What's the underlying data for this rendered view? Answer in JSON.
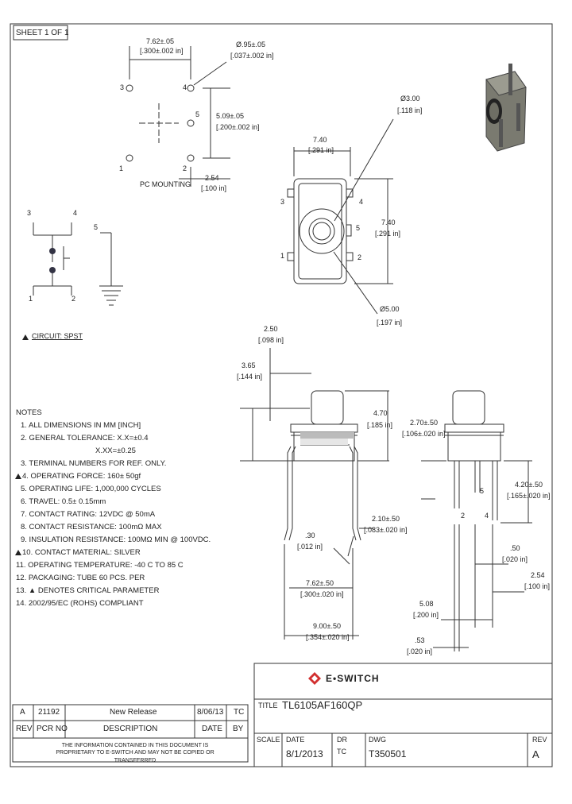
{
  "sheet_label": "SHEET 1 OF 1",
  "pc_mounting": {
    "label": "PC MOUNTING",
    "dim_pitch_h": "7.62±.05",
    "dim_pitch_h_in": "[.300±.002 in]",
    "dim_hole": "Ø.95±.05",
    "dim_hole_in": "[.037±.002 in]",
    "dim_v": "5.09±.05",
    "dim_v_in": "[.200±.002 in]",
    "dim_small": "2.54",
    "dim_small_in": "[.100 in]",
    "pins": [
      "1",
      "2",
      "3",
      "4",
      "5"
    ]
  },
  "top_view": {
    "dim_dia_plunger": "Ø3.00",
    "dim_dia_plunger_in": "[.118 in]",
    "dim_width": "7.40",
    "dim_width_in": "[.291 in]",
    "dim_height": "7.40",
    "dim_height_in": "[.291 in]",
    "dim_dia_body": "Ø5.00",
    "dim_dia_body_in": "[.197 in]",
    "pins": [
      "1",
      "2",
      "3",
      "4",
      "5"
    ]
  },
  "circuit": {
    "label": "CIRCUIT: SPST",
    "pins": [
      "1",
      "2",
      "3",
      "4",
      "5"
    ]
  },
  "side_view": {
    "dim_2_50": "2.50",
    "dim_2_50_in": "[.098 in]",
    "dim_3_65": "3.65",
    "dim_3_65_in": "[.144 in]",
    "dim_4_70": "4.70",
    "dim_4_70_in": "[.185 in]",
    "dim_2_10": "2.10±.50",
    "dim_2_10_in": "[.083±.020 in]",
    "dim_30": ".30",
    "dim_30_in": "[.012 in]",
    "dim_7_62": "7.62±.50",
    "dim_7_62_in": "[.300±.020 in]",
    "dim_9_00": "9.00±.50",
    "dim_9_00_in": "[.354±.020 in]"
  },
  "end_view": {
    "dim_2_70": "2.70±.50",
    "dim_2_70_in": "[.106±.020 in]",
    "dim_4_20": "4.20±.50",
    "dim_4_20_in": "[.165±.020 in]",
    "dim_50": ".50",
    "dim_50_in": "[.020 in]",
    "dim_2_54": "2.54",
    "dim_2_54_in": "[.100 in]",
    "dim_5_08": "5.08",
    "dim_5_08_in": "[.200 in]",
    "dim_53": ".53",
    "dim_53_in": "[.020 in]",
    "pins": [
      "2",
      "4",
      "5"
    ]
  },
  "notes": {
    "heading": "NOTES",
    "items": [
      "1. ALL DIMENSIONS IN MM [INCH]",
      "2. GENERAL TOLERANCE: X.X=±0.4",
      "X.XX=±0.25",
      "3. TERMINAL NUMBERS FOR REF. ONLY.",
      "4. OPERATING FORCE: 160± 50gf",
      "5. OPERATING LIFE: 1,000,000 CYCLES",
      "6. TRAVEL: 0.5± 0.15mm",
      "7. CONTACT RATING: 12VDC @ 50mA",
      "8. CONTACT RESISTANCE: 100mΩ MAX",
      "9. INSULATION RESISTANCE: 100MΩ MIN @ 100VDC.",
      "10. CONTACT MATERIAL: SILVER",
      "11. OPERATING TEMPERATURE: -40 C TO 85 C",
      "12. PACKAGING: TUBE 60 PCS. PER",
      "13. ▲ DENOTES CRITICAL PARAMETER",
      "14. 2002/95/EC (ROHS) COMPLIANT"
    ]
  },
  "logo_text": "E•SWITCH",
  "title_block": {
    "title_label": "TITLE",
    "title": "TL6105AF160QP",
    "scale_label": "SCALE",
    "date_label": "DATE",
    "date": "8/1/2013",
    "dr_label": "DR",
    "dr": "TC",
    "dwg_label": "DWG",
    "dwg": "T350501",
    "rev_label": "REV",
    "rev": "A"
  },
  "revision_table": {
    "headers": [
      "REV",
      "PCR NO",
      "DESCRIPTION",
      "DATE",
      "BY"
    ],
    "rows": [
      [
        "A",
        "21192",
        "New Release",
        "8/06/13",
        "TC"
      ]
    ]
  },
  "proprietary": "THE INFORMATION CONTAINED IN THIS DOCUMENT IS PROPRIETARY TO E-SWITCH AND MAY NOT BE COPIED OR TRANSFERRED"
}
